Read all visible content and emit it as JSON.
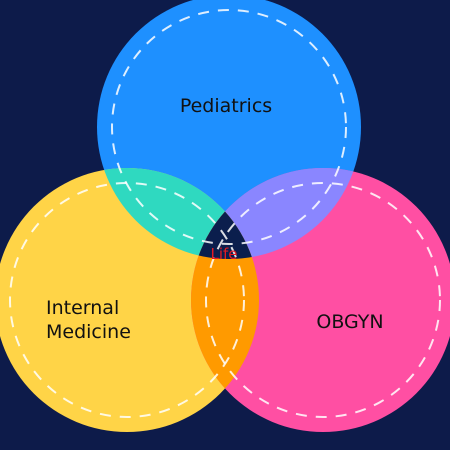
{
  "diagram": {
    "background": "#0d1b4a",
    "sets": [
      {
        "id": "pediatrics",
        "label": "Pediatrics",
        "color": "#1e90ff"
      },
      {
        "id": "internal-medicine",
        "label_lines": [
          "Internal",
          "Medicine"
        ],
        "color": "#ffd447"
      },
      {
        "id": "obgyn",
        "label": "OBGYN",
        "color": "#ff4fa3"
      }
    ],
    "overlaps": {
      "pediatrics_internal": "#2fd9c0",
      "pediatrics_obgyn": "#8a86ff",
      "internal_obgyn": "#ff9a00",
      "all_three": "#0b1e4d"
    },
    "center": {
      "label": "Life",
      "color": "#e31b23"
    }
  }
}
